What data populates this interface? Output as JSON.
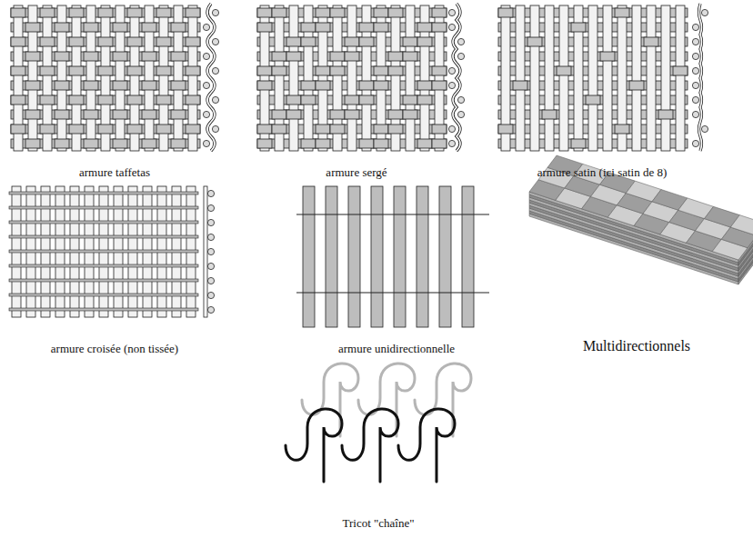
{
  "diagram": {
    "labels": [
      "armure taffetas",
      "armure sergé",
      "armure satin (ici satin de 8)",
      "armure croisée (non tissée)",
      "armure unidirectionnelle",
      "Multidirectionnels",
      "Tricot \"chaîne\""
    ]
  }
}
